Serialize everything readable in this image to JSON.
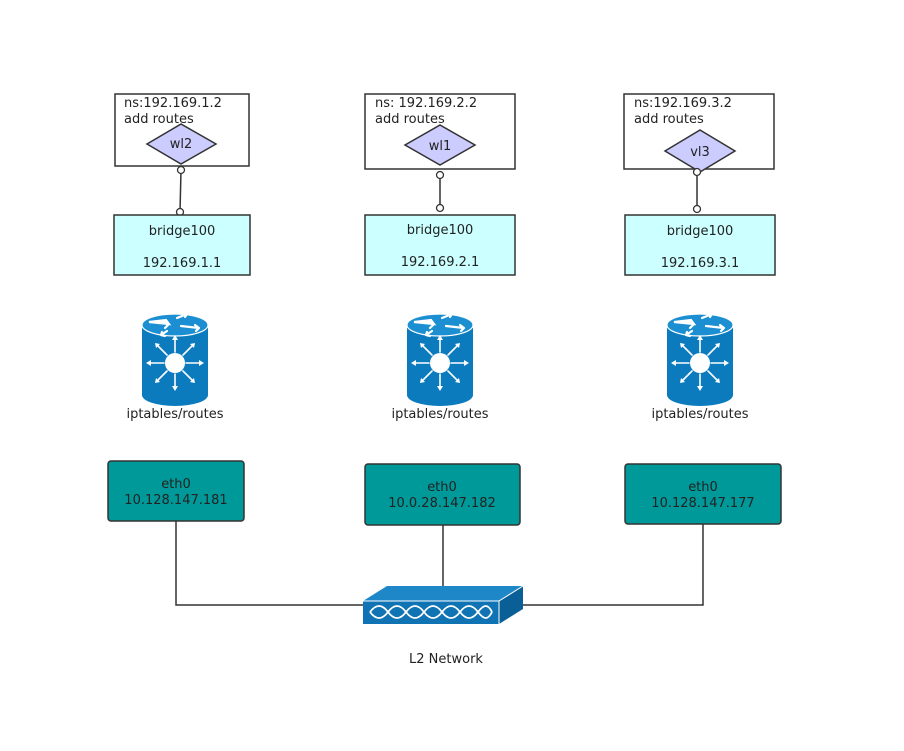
{
  "namespaces": [
    {
      "ns_label": "ns:192.169.1.2",
      "routes_label": "add routes",
      "veth": "wl2"
    },
    {
      "ns_label": "ns: 192.169.2.2",
      "routes_label": "add routes",
      "veth": "wl1"
    },
    {
      "ns_label": "ns:192.169.3.2",
      "routes_label": "add routes",
      "veth": "vl3"
    }
  ],
  "bridges": [
    {
      "name": "bridge100",
      "ip": "192.169.1.1"
    },
    {
      "name": "bridge100",
      "ip": "192.169.2.1"
    },
    {
      "name": "bridge100",
      "ip": "192.169.3.1"
    }
  ],
  "routers": [
    {
      "label": "iptables/routes",
      "icon": "router-icon"
    },
    {
      "label": "iptables/routes",
      "icon": "router-icon"
    },
    {
      "label": "iptables/routes",
      "icon": "router-icon"
    }
  ],
  "interfaces": [
    {
      "name": "eth0",
      "ip": "10.128.147.181"
    },
    {
      "name": "eth0",
      "ip": "10.0.28.147.182"
    },
    {
      "name": "eth0",
      "ip": "10.128.147.177"
    }
  ],
  "switch": {
    "label": "L2 Network",
    "icon": "switch-icon"
  },
  "colors": {
    "veth_fill": "#ccccff",
    "bridge_fill": "#ccffff",
    "eth_fill": "#009999",
    "router_blue": "#0c7bbd",
    "switch_blue": "#0f73b4"
  }
}
